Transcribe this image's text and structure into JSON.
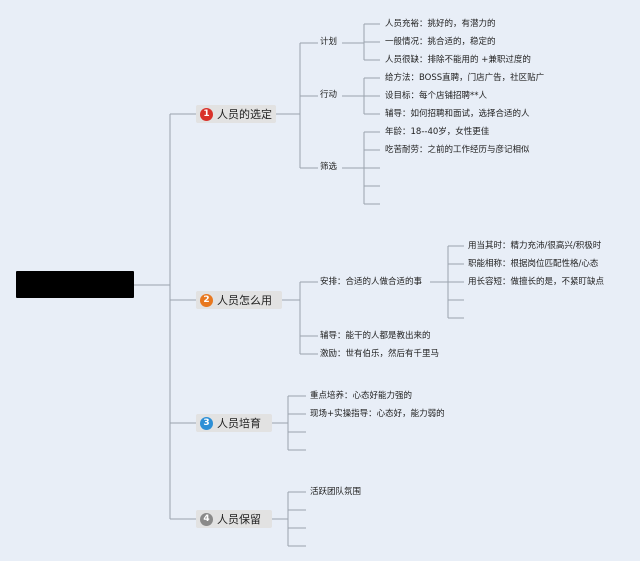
{
  "root": {
    "label": ""
  },
  "branches": [
    {
      "number": "1",
      "label": "人员的选定",
      "color": "#d9322b",
      "groups": [
        {
          "label": "计划",
          "items": [
            "人员充裕：挑好的，有潜力的",
            "一般情况：挑合适的，稳定的",
            "人员很缺：排除不能用的 +兼职过度的"
          ]
        },
        {
          "label": "行动",
          "items": [
            "给方法：BOSS直聘，门店广告，社区贴广",
            "设目标：每个店铺招聘**人",
            "辅导：如何招聘和面试，选择合适的人"
          ]
        },
        {
          "label": "筛选",
          "items": [
            "年龄：18--40岁，女性更佳",
            "吃苦耐劳：之前的工作经历与彦记相似",
            "",
            "",
            ""
          ]
        }
      ]
    },
    {
      "number": "2",
      "label": "人员怎么用",
      "color": "#e8781f",
      "items": [
        "安排：合适的人做合适的事",
        "辅导：能干的人都是教出来的",
        "激励：世有伯乐，然后有千里马"
      ],
      "subitems": [
        "用当其时：精力充沛/很高兴/积极时",
        "职能相称：根据岗位匹配性格/心态",
        "用长容短：做擅长的是，不紧盯缺点",
        "",
        ""
      ]
    },
    {
      "number": "3",
      "label": "人员培育",
      "color": "#2d8fd6",
      "items": [
        "重点培养：心态好能力强的",
        "现场+实操指导：心态好，能力弱的",
        "",
        ""
      ]
    },
    {
      "number": "4",
      "label": "人员保留",
      "color": "#8a8a8a",
      "items": [
        "活跃团队氛围",
        "",
        "",
        ""
      ]
    }
  ]
}
